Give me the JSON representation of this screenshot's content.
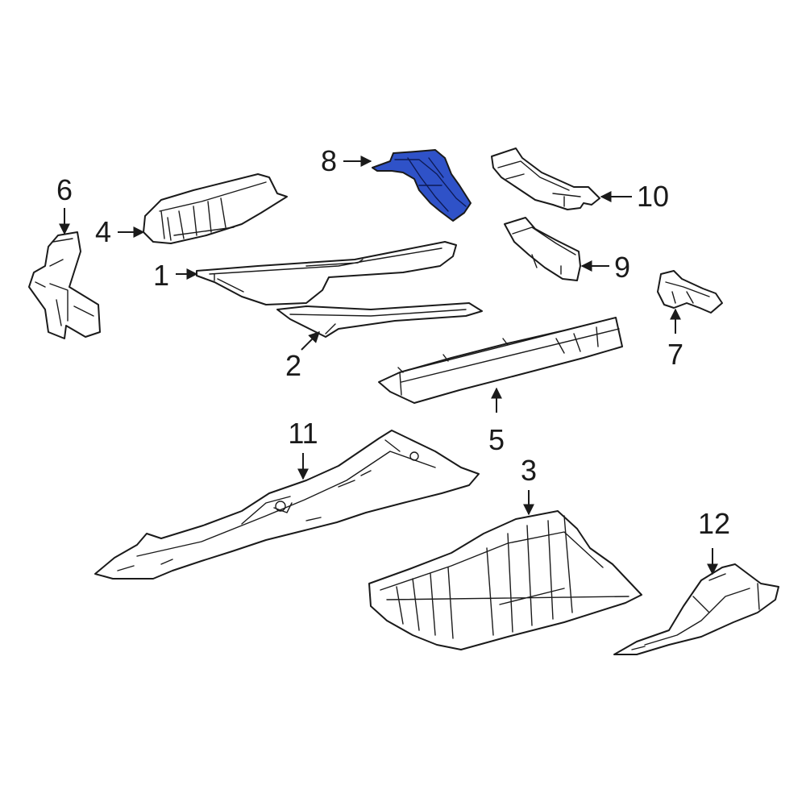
{
  "colors": {
    "line": "#1a1a1a",
    "background": "#ffffff",
    "highlight": "#2f52c8"
  },
  "highlighted_part": "8",
  "callouts": {
    "p1": "1",
    "p2": "2",
    "p3": "3",
    "p4": "4",
    "p5": "5",
    "p6": "6",
    "p7": "7",
    "p8": "8",
    "p9": "9",
    "p10": "10",
    "p11": "11",
    "p12": "12"
  }
}
